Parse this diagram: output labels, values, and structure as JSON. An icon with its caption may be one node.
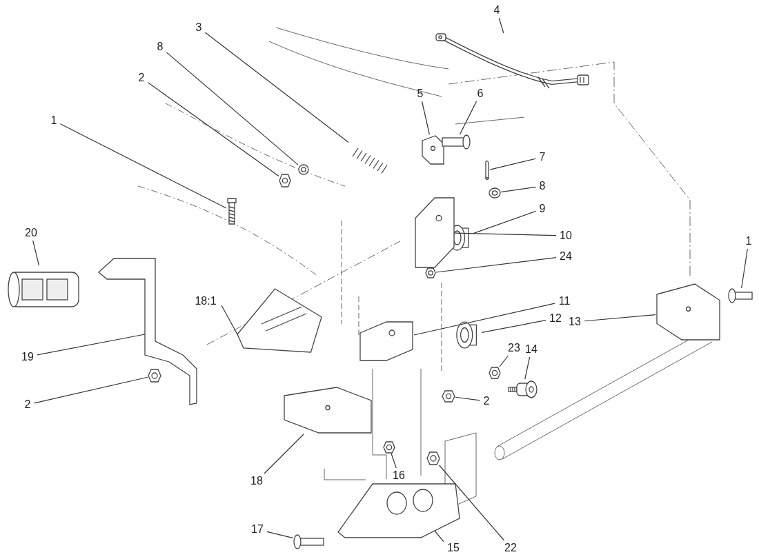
{
  "diagram": {
    "nodes": [
      {
        "text": [
          "1"
        ]
      },
      {
        "text": [
          "2"
        ]
      },
      {
        "text": [
          "8"
        ]
      },
      {
        "text": [
          "3"
        ]
      },
      {
        "text": [
          "4"
        ]
      },
      {
        "text": [
          "5"
        ]
      },
      {
        "text": [
          "6"
        ]
      },
      {
        "text": [
          "7"
        ]
      },
      {
        "text": [
          "8"
        ]
      },
      {
        "text": [
          "9"
        ]
      },
      {
        "text": [
          "10"
        ]
      },
      {
        "text": [
          "24"
        ]
      },
      {
        "text": [
          "11"
        ]
      },
      {
        "text": [
          "12"
        ]
      },
      {
        "text": [
          "13"
        ]
      },
      {
        "text": [
          "1"
        ]
      },
      {
        "text": [
          "20"
        ]
      },
      {
        "text": [
          "18:1"
        ]
      },
      {
        "text": [
          "23"
        ]
      },
      {
        "text": [
          "14"
        ]
      },
      {
        "text": [
          "19"
        ]
      },
      {
        "text": [
          "2"
        ]
      },
      {
        "text": [
          "2"
        ]
      },
      {
        "text": [
          "18"
        ]
      },
      {
        "text": [
          "16"
        ]
      },
      {
        "text": [
          "22"
        ]
      },
      {
        "text": [
          "17"
        ]
      },
      {
        "text": [
          "15"
        ]
      },
      {
        "text": [],
        "shape": "picture"
      },
      {
        "text": [],
        "shape": "picture"
      },
      {
        "text": [],
        "shape": "picture"
      },
      {
        "text": [],
        "shape": "picture"
      },
      {
        "text": [],
        "shape": "picture"
      },
      {
        "text": [],
        "shape": "picture"
      },
      {
        "text": [],
        "shape": "picture"
      },
      {
        "text": [],
        "shape": "picture"
      },
      {
        "text": [],
        "shape": "picture"
      },
      {
        "text": [],
        "shape": "picture"
      },
      {
        "text": [],
        "shape": "picture"
      },
      {
        "text": [],
        "shape": "picture"
      },
      {
        "text": [],
        "shape": "picture"
      },
      {
        "text": [],
        "shape": "picture"
      },
      {
        "text": [],
        "shape": "picture"
      },
      {
        "text": [],
        "shape": "picture"
      },
      {
        "text": [],
        "shape": "picture"
      },
      {
        "text": [],
        "shape": "picture"
      },
      {
        "text": [],
        "shape": "picture"
      },
      {
        "text": [],
        "shape": "picture"
      },
      {
        "text": [],
        "shape": "picture"
      },
      {
        "text": [],
        "shape": "picture"
      },
      {
        "text": [],
        "shape": "picture"
      },
      {
        "text": [],
        "shape": "picture"
      },
      {
        "text": [],
        "shape": "picture"
      },
      {
        "text": [],
        "shape": "picture"
      },
      {
        "text": [],
        "shape": "picture"
      },
      {
        "text": [],
        "shape": "picture"
      }
    ],
    "edges": [
      {
        "from": 0,
        "to": 28,
        "arrow": "none"
      },
      {
        "from": 1,
        "to": 29,
        "arrow": "none"
      },
      {
        "from": 2,
        "to": 30,
        "arrow": "none"
      },
      {
        "from": 3,
        "to": 31,
        "arrow": "none"
      },
      {
        "from": 4,
        "to": 32,
        "arrow": "none"
      },
      {
        "from": 5,
        "to": 33,
        "arrow": "none"
      },
      {
        "from": 6,
        "to": 34,
        "arrow": "none"
      },
      {
        "from": 7,
        "to": 35,
        "arrow": "none"
      },
      {
        "from": 8,
        "to": 36,
        "arrow": "none"
      },
      {
        "from": 9,
        "to": 37,
        "arrow": "none"
      },
      {
        "from": 10,
        "to": 38,
        "arrow": "none"
      },
      {
        "from": 11,
        "to": 39,
        "arrow": "none"
      },
      {
        "from": 12,
        "to": 40,
        "arrow": "none"
      },
      {
        "from": 13,
        "to": 41,
        "arrow": "none"
      },
      {
        "from": 14,
        "to": 42,
        "arrow": "none"
      },
      {
        "from": 15,
        "to": 43,
        "arrow": "none"
      },
      {
        "from": 16,
        "to": 44,
        "arrow": "none"
      },
      {
        "from": 17,
        "to": 45,
        "arrow": "none"
      },
      {
        "from": 18,
        "to": 46,
        "arrow": "none"
      },
      {
        "from": 19,
        "to": 47,
        "arrow": "none"
      },
      {
        "from": 20,
        "to": 48,
        "arrow": "none"
      },
      {
        "from": 21,
        "to": 49,
        "arrow": "none"
      },
      {
        "from": 22,
        "to": 50,
        "arrow": "none"
      },
      {
        "from": 23,
        "to": 51,
        "arrow": "none"
      },
      {
        "from": 24,
        "to": 52,
        "arrow": "none"
      },
      {
        "from": 25,
        "to": 53,
        "arrow": "none"
      },
      {
        "from": 26,
        "to": 54,
        "arrow": "none"
      },
      {
        "from": 27,
        "to": 55,
        "arrow": "none"
      }
    ]
  }
}
